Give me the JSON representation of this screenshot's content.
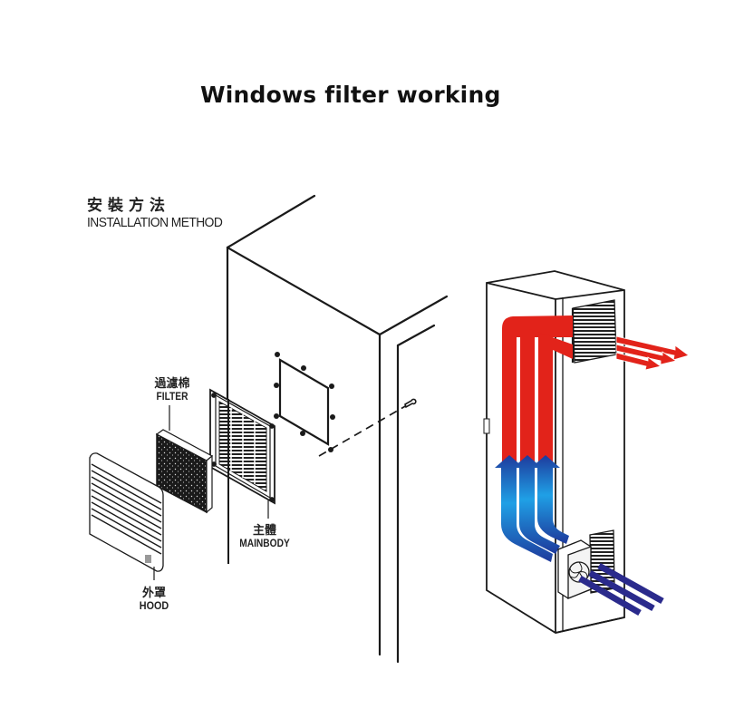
{
  "title": "Windows filter working",
  "installation": {
    "heading_cn": "安裝方法",
    "heading_en": "INSTALLATION METHOD"
  },
  "parts": [
    {
      "id": "filter",
      "label_cn": "過濾棉",
      "label_en": "FILTER"
    },
    {
      "id": "mainbody",
      "label_cn": "主體",
      "label_en": "MAINBODY"
    },
    {
      "id": "hood",
      "label_cn": "外罩",
      "label_en": "HOOD"
    }
  ],
  "airflow": {
    "hot_air_color": "#e2231a",
    "cool_air_color": "#1e3a9c",
    "cool_air_light": "#1fa0e6",
    "intake_color": "#2a2a8c",
    "hot_streams": 3,
    "cool_streams": 3,
    "exhaust_streams": 3
  }
}
